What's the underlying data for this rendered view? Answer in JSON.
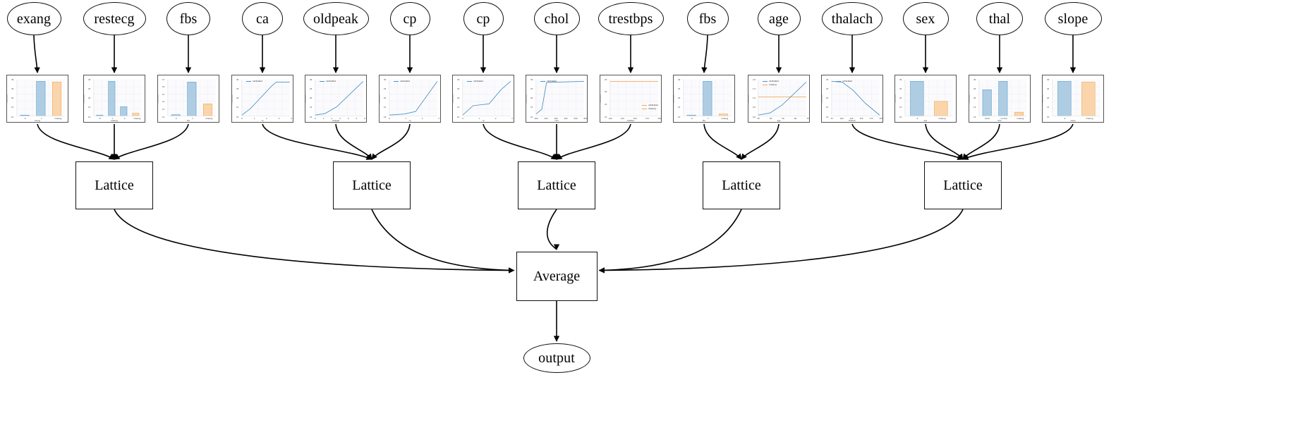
{
  "diagram": {
    "type": "calibrated-lattice-ensemble-graph",
    "title": "",
    "colors": {
      "bar_blue_fill": "#aecde3",
      "bar_blue_edge": "#5b9bc9",
      "bar_orange_fill": "#fad5ac",
      "bar_orange_edge": "#f2a64b",
      "line_blue": "#4c92c3",
      "line_orange": "#f5a65b",
      "node_stroke": "#111111",
      "plot_border": "#555555",
      "background": "#ffffff"
    },
    "nodes": {
      "average_label": "Average",
      "output_label": "output",
      "lattice_label": "Lattice",
      "lattice_count": 5
    },
    "features": [
      {
        "name": "exang",
        "plot": "bar",
        "legend": [],
        "ylabel": "calibrated",
        "xlabel": "exang",
        "bars": [
          {
            "x": "0",
            "h": 0.02,
            "c": "blue"
          },
          {
            "x": "1",
            "h": 0.95,
            "c": "blue"
          },
          {
            "x": "missing",
            "h": 0.93,
            "c": "orange"
          }
        ],
        "yticks": [
          "30",
          "25",
          "20",
          "15",
          "10"
        ],
        "xticks": [
          "0",
          "1",
          "missing"
        ]
      },
      {
        "name": "restecg",
        "plot": "bar",
        "legend": [],
        "ylabel": "calibrated",
        "xlabel": "restecg",
        "bars": [
          {
            "x": "0",
            "h": 0.02,
            "c": "blue"
          },
          {
            "x": "1",
            "h": 0.95,
            "c": "blue"
          },
          {
            "x": "2",
            "h": 0.25,
            "c": "blue"
          },
          {
            "x": "missing",
            "h": 0.07,
            "c": "orange"
          }
        ],
        "yticks": [
          "30",
          "25",
          "20",
          "15",
          "10"
        ],
        "xticks": [
          "0",
          "1",
          "2",
          "missing"
        ]
      },
      {
        "name": "fbs",
        "plot": "bar",
        "legend": [],
        "ylabel": "calibrated",
        "xlabel": "fbs",
        "bars": [
          {
            "x": "0",
            "h": 0.03,
            "c": "blue"
          },
          {
            "x": "1",
            "h": 0.93,
            "c": "blue"
          },
          {
            "x": "missing",
            "h": 0.33,
            "c": "orange"
          }
        ],
        "yticks": [
          "17",
          "16",
          "15",
          "14",
          "13",
          "12"
        ],
        "xticks": [
          "0",
          "1",
          "missing"
        ]
      },
      {
        "name": "ca",
        "plot": "line",
        "legend": [
          "calibrated"
        ],
        "ylabel": "calibrated",
        "xlabel": "ca",
        "points": [
          [
            0.0,
            0.02
          ],
          [
            0.18,
            0.2
          ],
          [
            0.62,
            0.82
          ],
          [
            0.72,
            0.93
          ],
          [
            1.0,
            0.93
          ]
        ],
        "yticks": [
          "30",
          "25",
          "20",
          "15",
          "10"
        ],
        "xticks": [
          "0",
          "1",
          "2",
          "3",
          "4"
        ]
      },
      {
        "name": "oldpeak",
        "plot": "line",
        "legend": [
          "calibrated"
        ],
        "ylabel": "calibrated",
        "xlabel": "oldpeak",
        "points": [
          [
            0.0,
            0.02
          ],
          [
            0.2,
            0.06
          ],
          [
            0.45,
            0.25
          ],
          [
            1.0,
            0.95
          ]
        ],
        "yticks": [
          "30",
          "25",
          "20",
          "15",
          "10"
        ],
        "xticks": [
          "0",
          "1",
          "2",
          "3",
          "4",
          "5",
          "6"
        ]
      },
      {
        "name": "cp",
        "plot": "line",
        "legend": [
          "calibrated"
        ],
        "ylabel": "calibrated",
        "xlabel": "cp",
        "points": [
          [
            0.0,
            0.02
          ],
          [
            0.32,
            0.05
          ],
          [
            0.55,
            0.12
          ],
          [
            1.0,
            0.95
          ]
        ],
        "yticks": [
          "30",
          "25",
          "20",
          "15",
          "10"
        ],
        "xticks": [
          "0",
          "1",
          "2",
          "3"
        ]
      },
      {
        "name": "cp",
        "plot": "line",
        "legend": [
          "calibrated"
        ],
        "ylabel": "calibrated",
        "xlabel": "cp",
        "points": [
          [
            0.0,
            0.02
          ],
          [
            0.22,
            0.28
          ],
          [
            0.55,
            0.33
          ],
          [
            0.8,
            0.72
          ],
          [
            1.0,
            0.95
          ]
        ],
        "yticks": [
          "30",
          "25",
          "20",
          "15",
          "10"
        ],
        "xticks": [
          "0",
          "1",
          "2",
          "3"
        ]
      },
      {
        "name": "chol",
        "plot": "line",
        "legend": [
          "calibrated"
        ],
        "ylabel": "calibrated",
        "xlabel": "chol",
        "points": [
          [
            0.0,
            0.05
          ],
          [
            0.12,
            0.18
          ],
          [
            0.22,
            0.92
          ],
          [
            1.0,
            0.95
          ]
        ],
        "yticks": [
          "30",
          "25",
          "20",
          "15",
          "10"
        ],
        "xticks": [
          "100",
          "200",
          "300",
          "400",
          "500",
          "600"
        ]
      },
      {
        "name": "trestbps",
        "plot": "line",
        "legend": [
          "calibrated",
          "missing"
        ],
        "ylabel": "calibrated",
        "xlabel": "trestbps",
        "points": [
          [
            0.0,
            0.95
          ],
          [
            1.0,
            0.95
          ]
        ],
        "line_color": "orange",
        "yticks": [
          "25",
          "20",
          "15",
          "10"
        ],
        "xticks": [
          "100",
          "125",
          "150",
          "175",
          "200"
        ]
      },
      {
        "name": "fbs",
        "plot": "bar",
        "legend": [],
        "ylabel": "calibrated",
        "xlabel": "fbs",
        "bars": [
          {
            "x": "0",
            "h": 0.02,
            "c": "blue"
          },
          {
            "x": "1",
            "h": 0.95,
            "c": "blue"
          },
          {
            "x": "missing",
            "h": 0.05,
            "c": "orange"
          }
        ],
        "yticks": [
          "30",
          "25",
          "20",
          "15",
          "10"
        ],
        "xticks": [
          "0",
          "1",
          "missing"
        ]
      },
      {
        "name": "age",
        "plot": "line",
        "legend": [
          "calibrated",
          "missing"
        ],
        "ylabel": "calibrated",
        "xlabel": "age",
        "points": [
          [
            0.0,
            0.02
          ],
          [
            0.25,
            0.08
          ],
          [
            0.5,
            0.3
          ],
          [
            0.7,
            0.55
          ],
          [
            1.0,
            0.93
          ]
        ],
        "flat_orange": 0.52,
        "yticks": [
          "2.0",
          "1.5",
          "1.0",
          "0.5",
          "0.0"
        ],
        "xticks": [
          "30",
          "40",
          "50",
          "60",
          "70"
        ]
      },
      {
        "name": "thalach",
        "plot": "line",
        "legend": [
          "calibrated"
        ],
        "ylabel": "calibrated",
        "xlabel": "thalach",
        "points": [
          [
            0.0,
            0.95
          ],
          [
            0.22,
            0.93
          ],
          [
            0.45,
            0.7
          ],
          [
            0.7,
            0.35
          ],
          [
            1.0,
            0.02
          ]
        ],
        "yticks": [
          "30",
          "25",
          "20",
          "15",
          "10"
        ],
        "xticks": [
          "75",
          "100",
          "125",
          "150",
          "175",
          "200"
        ]
      },
      {
        "name": "sex",
        "plot": "bar",
        "legend": [],
        "ylabel": "calibrated",
        "xlabel": "sex",
        "bars": [
          {
            "x": "0",
            "h": 0.95,
            "c": "blue"
          },
          {
            "x": "missing",
            "h": 0.4,
            "c": "orange"
          }
        ],
        "yticks": [
          "30",
          "25",
          "20",
          "15",
          "10"
        ],
        "xticks": [
          "0",
          "missing"
        ]
      },
      {
        "name": "thal",
        "plot": "bar",
        "legend": [],
        "ylabel": "calibrated",
        "xlabel": "thal",
        "bars": [
          {
            "x": "fixed",
            "h": 0.72,
            "c": "blue"
          },
          {
            "x": "normal",
            "h": 0.95,
            "c": "blue"
          },
          {
            "x": "missing",
            "h": 0.1,
            "c": "orange"
          }
        ],
        "yticks": [
          "30",
          "25",
          "20",
          "15",
          "10"
        ],
        "xticks": [
          "fixed",
          "normal",
          "missing"
        ]
      },
      {
        "name": "slope",
        "plot": "bar",
        "legend": [],
        "ylabel": "calibrated",
        "xlabel": "slope",
        "bars": [
          {
            "x": "0",
            "h": 0.95,
            "c": "blue"
          },
          {
            "x": "missing",
            "h": 0.93,
            "c": "orange"
          }
        ],
        "yticks": [
          "30",
          "25",
          "20",
          "15",
          "10"
        ],
        "xticks": [
          "0",
          "missing"
        ]
      }
    ],
    "lattice_groups": [
      {
        "inputs": [
          "exang",
          "restecg",
          "fbs"
        ]
      },
      {
        "inputs": [
          "ca",
          "oldpeak",
          "cp"
        ]
      },
      {
        "inputs": [
          "cp",
          "chol",
          "trestbps"
        ]
      },
      {
        "inputs": [
          "fbs",
          "age"
        ]
      },
      {
        "inputs": [
          "thalach",
          "sex",
          "thal",
          "slope"
        ]
      }
    ]
  }
}
